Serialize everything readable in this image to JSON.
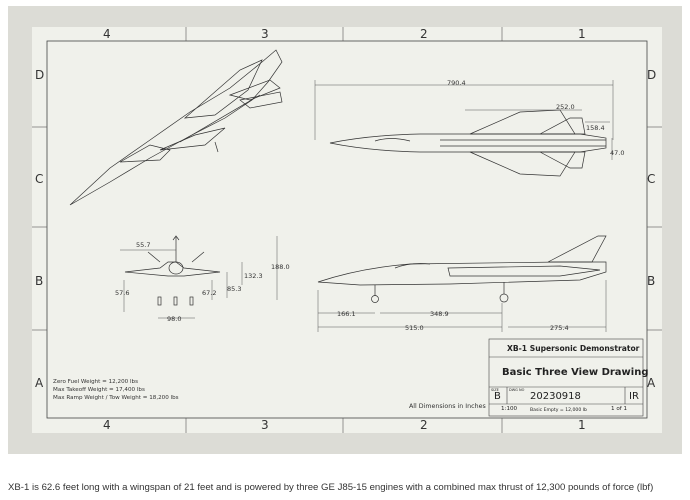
{
  "zones": {
    "columns_top": [
      "4",
      "3",
      "2",
      "1"
    ],
    "columns_bottom": [
      "4",
      "3",
      "2",
      "1"
    ],
    "rows_left": [
      "D",
      "C",
      "B",
      "A"
    ],
    "rows_right": [
      "D",
      "C",
      "B",
      "A"
    ]
  },
  "dimensions": {
    "top_length": "790.4",
    "top_width_a": "252.0",
    "top_width_b": "158.4",
    "top_width_c": "47.0",
    "front_a": "55.7",
    "front_b": "188.0",
    "front_c": "132.3",
    "front_d": "57.6",
    "front_e": "67.2",
    "front_f": "85.3",
    "front_g": "98.0",
    "side_a": "166.1",
    "side_b": "348.9",
    "side_c": "515.0",
    "side_d": "275.4"
  },
  "weights": [
    "Zero Fuel Weight = 12,200 lbs",
    "Max Takeoff Weight = 17,400 lbs",
    "Max Ramp Weight / Tow Weight = 18,200 lbs"
  ],
  "note": "All Dimensions in Inches",
  "title_block": {
    "company": "XB-1 Supersonic Demonstrator",
    "title": "Basic Three View Drawing",
    "size_label": "SIZE",
    "size": "B",
    "dwg_label": "DWG NO",
    "dwg_no": "20230918",
    "rev": "IR",
    "scale": "1:100",
    "weight": "Basic Empty = 12,000 lb",
    "sheet": "1 of 1"
  },
  "caption": "XB-1 is 62.6 feet long with a wingspan of 21 feet and is powered by three GE J85-15 engines with a combined max thrust of 12,300 pounds of force (lbf)"
}
